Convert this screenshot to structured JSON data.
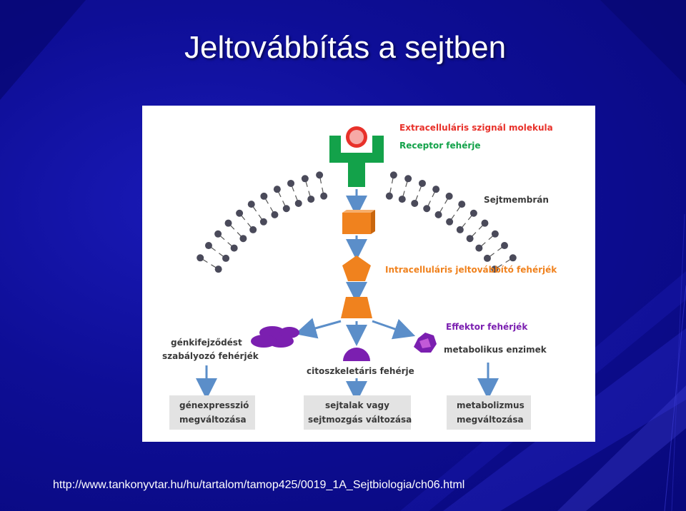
{
  "slide": {
    "title": "Jeltovábbítás a sejtben",
    "source_url": "http://www.tankonyvtar.hu/hu/tartalom/tamop425/0019_1A_Sejtbiologia/ch06.html"
  },
  "diagram": {
    "labels": {
      "signal_molecule": "Extracelluláris szignál molekula",
      "receptor": "Receptor fehérje",
      "membrane": "Sejtmembrán",
      "intracellular": "Intracelluláris jeltovábbító fehérjék",
      "gene_regulator_line1": "génkifejződést",
      "gene_regulator_line2": "szabályozó fehérjék",
      "cytoskeletal": "citoszkeletáris fehérje",
      "effector": "Effektor fehérjék",
      "metabolic": "metabolikus enzimek"
    },
    "outcomes": {
      "gene_line1": "génexpresszió",
      "gene_line2": "megváltozása",
      "shape_line1": "sejtalak vagy",
      "shape_line2": "sejtmozgás változása",
      "metabolism_line1": "metabolizmus",
      "metabolism_line2": "megváltozása"
    },
    "colors": {
      "signal": "#e8312a",
      "receptor": "#13a24a",
      "relay": "#f0821e",
      "effector": "#7b1fb0",
      "arrow": "#5b8ec9",
      "outcome_box": "#e3e3e3"
    }
  }
}
